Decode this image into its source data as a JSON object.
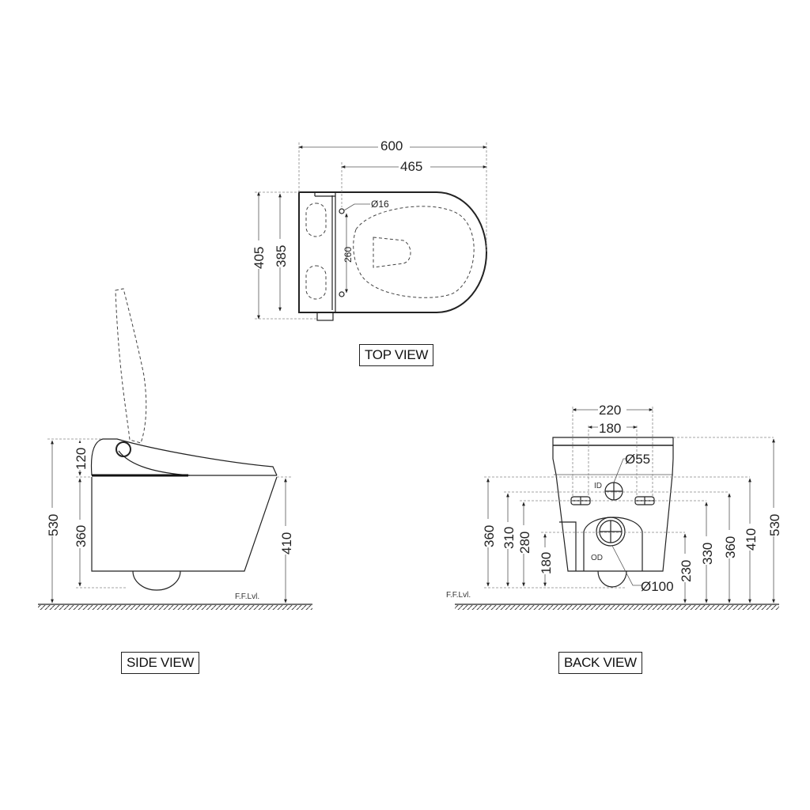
{
  "top_view": {
    "label": "TOP VIEW",
    "dims": {
      "overall_length": "600",
      "seat_length": "465",
      "overall_width": "405",
      "body_width": "385",
      "bolt_spacing": "260",
      "bolt_diameter": "Ø16"
    }
  },
  "side_view": {
    "label": "SIDE VIEW",
    "dims": {
      "total_height": "530",
      "seat_unit_height": "120",
      "bowl_height": "360",
      "rim_height": "410"
    },
    "floor_label": "F.F.Lvl."
  },
  "back_view": {
    "label": "BACK VIEW",
    "dims": {
      "outer_bolt_spacing": "220",
      "inner_bolt_spacing": "180",
      "inlet_diameter": "Ø55",
      "outlet_diameter": "Ø100",
      "left": [
        "360",
        "310",
        "280",
        "180"
      ],
      "right": [
        "230",
        "330",
        "360",
        "410",
        "530"
      ]
    },
    "floor_label": "F.F.Lvl.",
    "marks": {
      "inlet_mark": "ID",
      "outlet_mark": "OD"
    }
  }
}
